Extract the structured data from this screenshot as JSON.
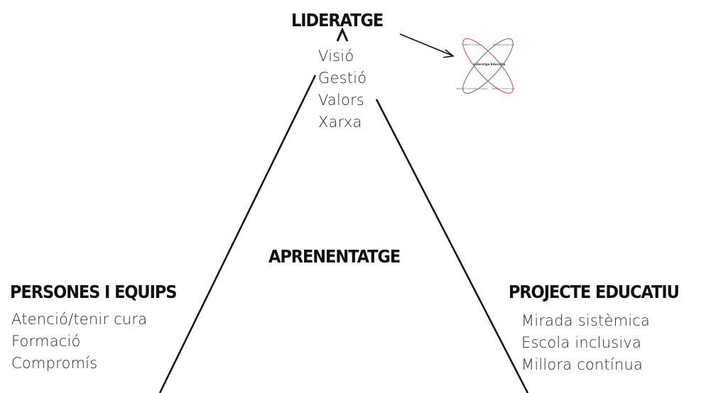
{
  "top": {
    "title": "LIDERATGE",
    "items": [
      "Visió",
      "Gestió",
      "Valors",
      "Xarxa"
    ]
  },
  "center": {
    "title": "APRENENTATGE"
  },
  "left": {
    "title": "PERSONES I EQUIPS",
    "items": [
      "Atenció/tenir cura",
      "Formació",
      "Compromís"
    ]
  },
  "right": {
    "title": "PROJECTE EDUCATIU",
    "items": [
      "Mirada sistèmica",
      "Escola inclusiva",
      "Millora contínua"
    ]
  },
  "mini_diagram": {
    "center_label": "Lideratge Educatiu",
    "corner_labels": [
      "Reflexió professió",
      "Reflexió pensament",
      "Reflexió comunitat educativa",
      "Reflexió context local"
    ],
    "colors": {
      "loop_a": "#d65c6c",
      "loop_b": "#5b7fc9"
    }
  },
  "colors": {
    "line": "#111111",
    "text": "#2a2a2a"
  }
}
